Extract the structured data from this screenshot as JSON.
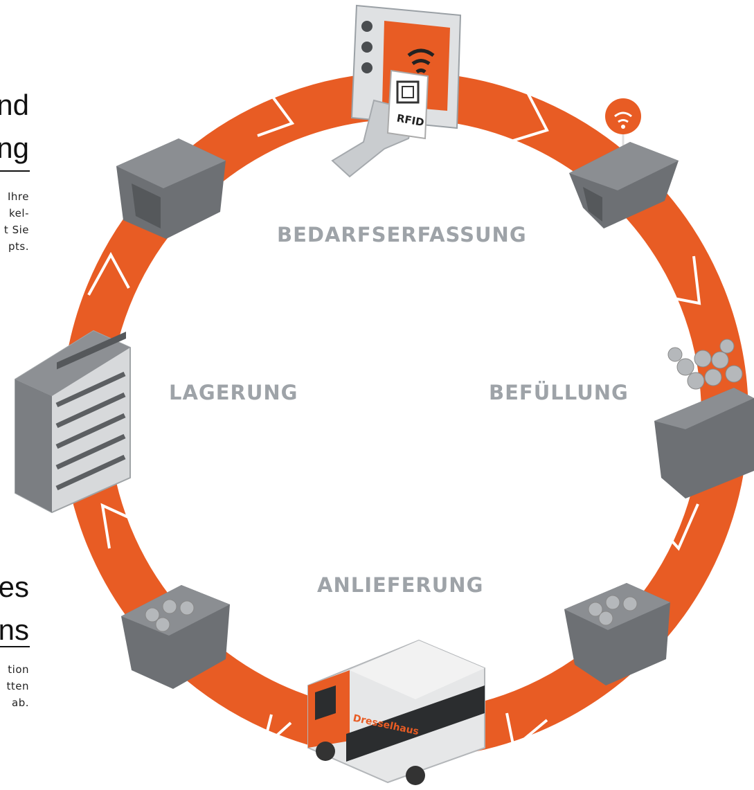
{
  "left_text": {
    "block1": {
      "heading_lines": [
        "nd",
        "ng"
      ],
      "body_lines": [
        "Ihre",
        "kel-",
        "t Sie",
        "pts."
      ]
    },
    "block2": {
      "heading_lines": [
        "es",
        "ns"
      ],
      "body_lines": [
        "tion",
        "tten",
        "ab."
      ]
    }
  },
  "cycle": {
    "stages": [
      {
        "key": "bedarfserfassung",
        "label": "BEDARFSERFASSUNG"
      },
      {
        "key": "befuellung",
        "label": "BEFÜLLUNG"
      },
      {
        "key": "anlieferung",
        "label": "ANLIEFERUNG"
      },
      {
        "key": "lagerung",
        "label": "LAGERUNG"
      }
    ],
    "ring_color": "#e85c24",
    "text_color": "#9ea3a8"
  },
  "illustrations": {
    "rfid_tag_text": "RFID",
    "truck_brand": "Dresselhaus",
    "icons": [
      "rfid-reader-icon",
      "wifi-signal-icon",
      "bin-icon",
      "shelf-icon",
      "truck-icon"
    ]
  }
}
